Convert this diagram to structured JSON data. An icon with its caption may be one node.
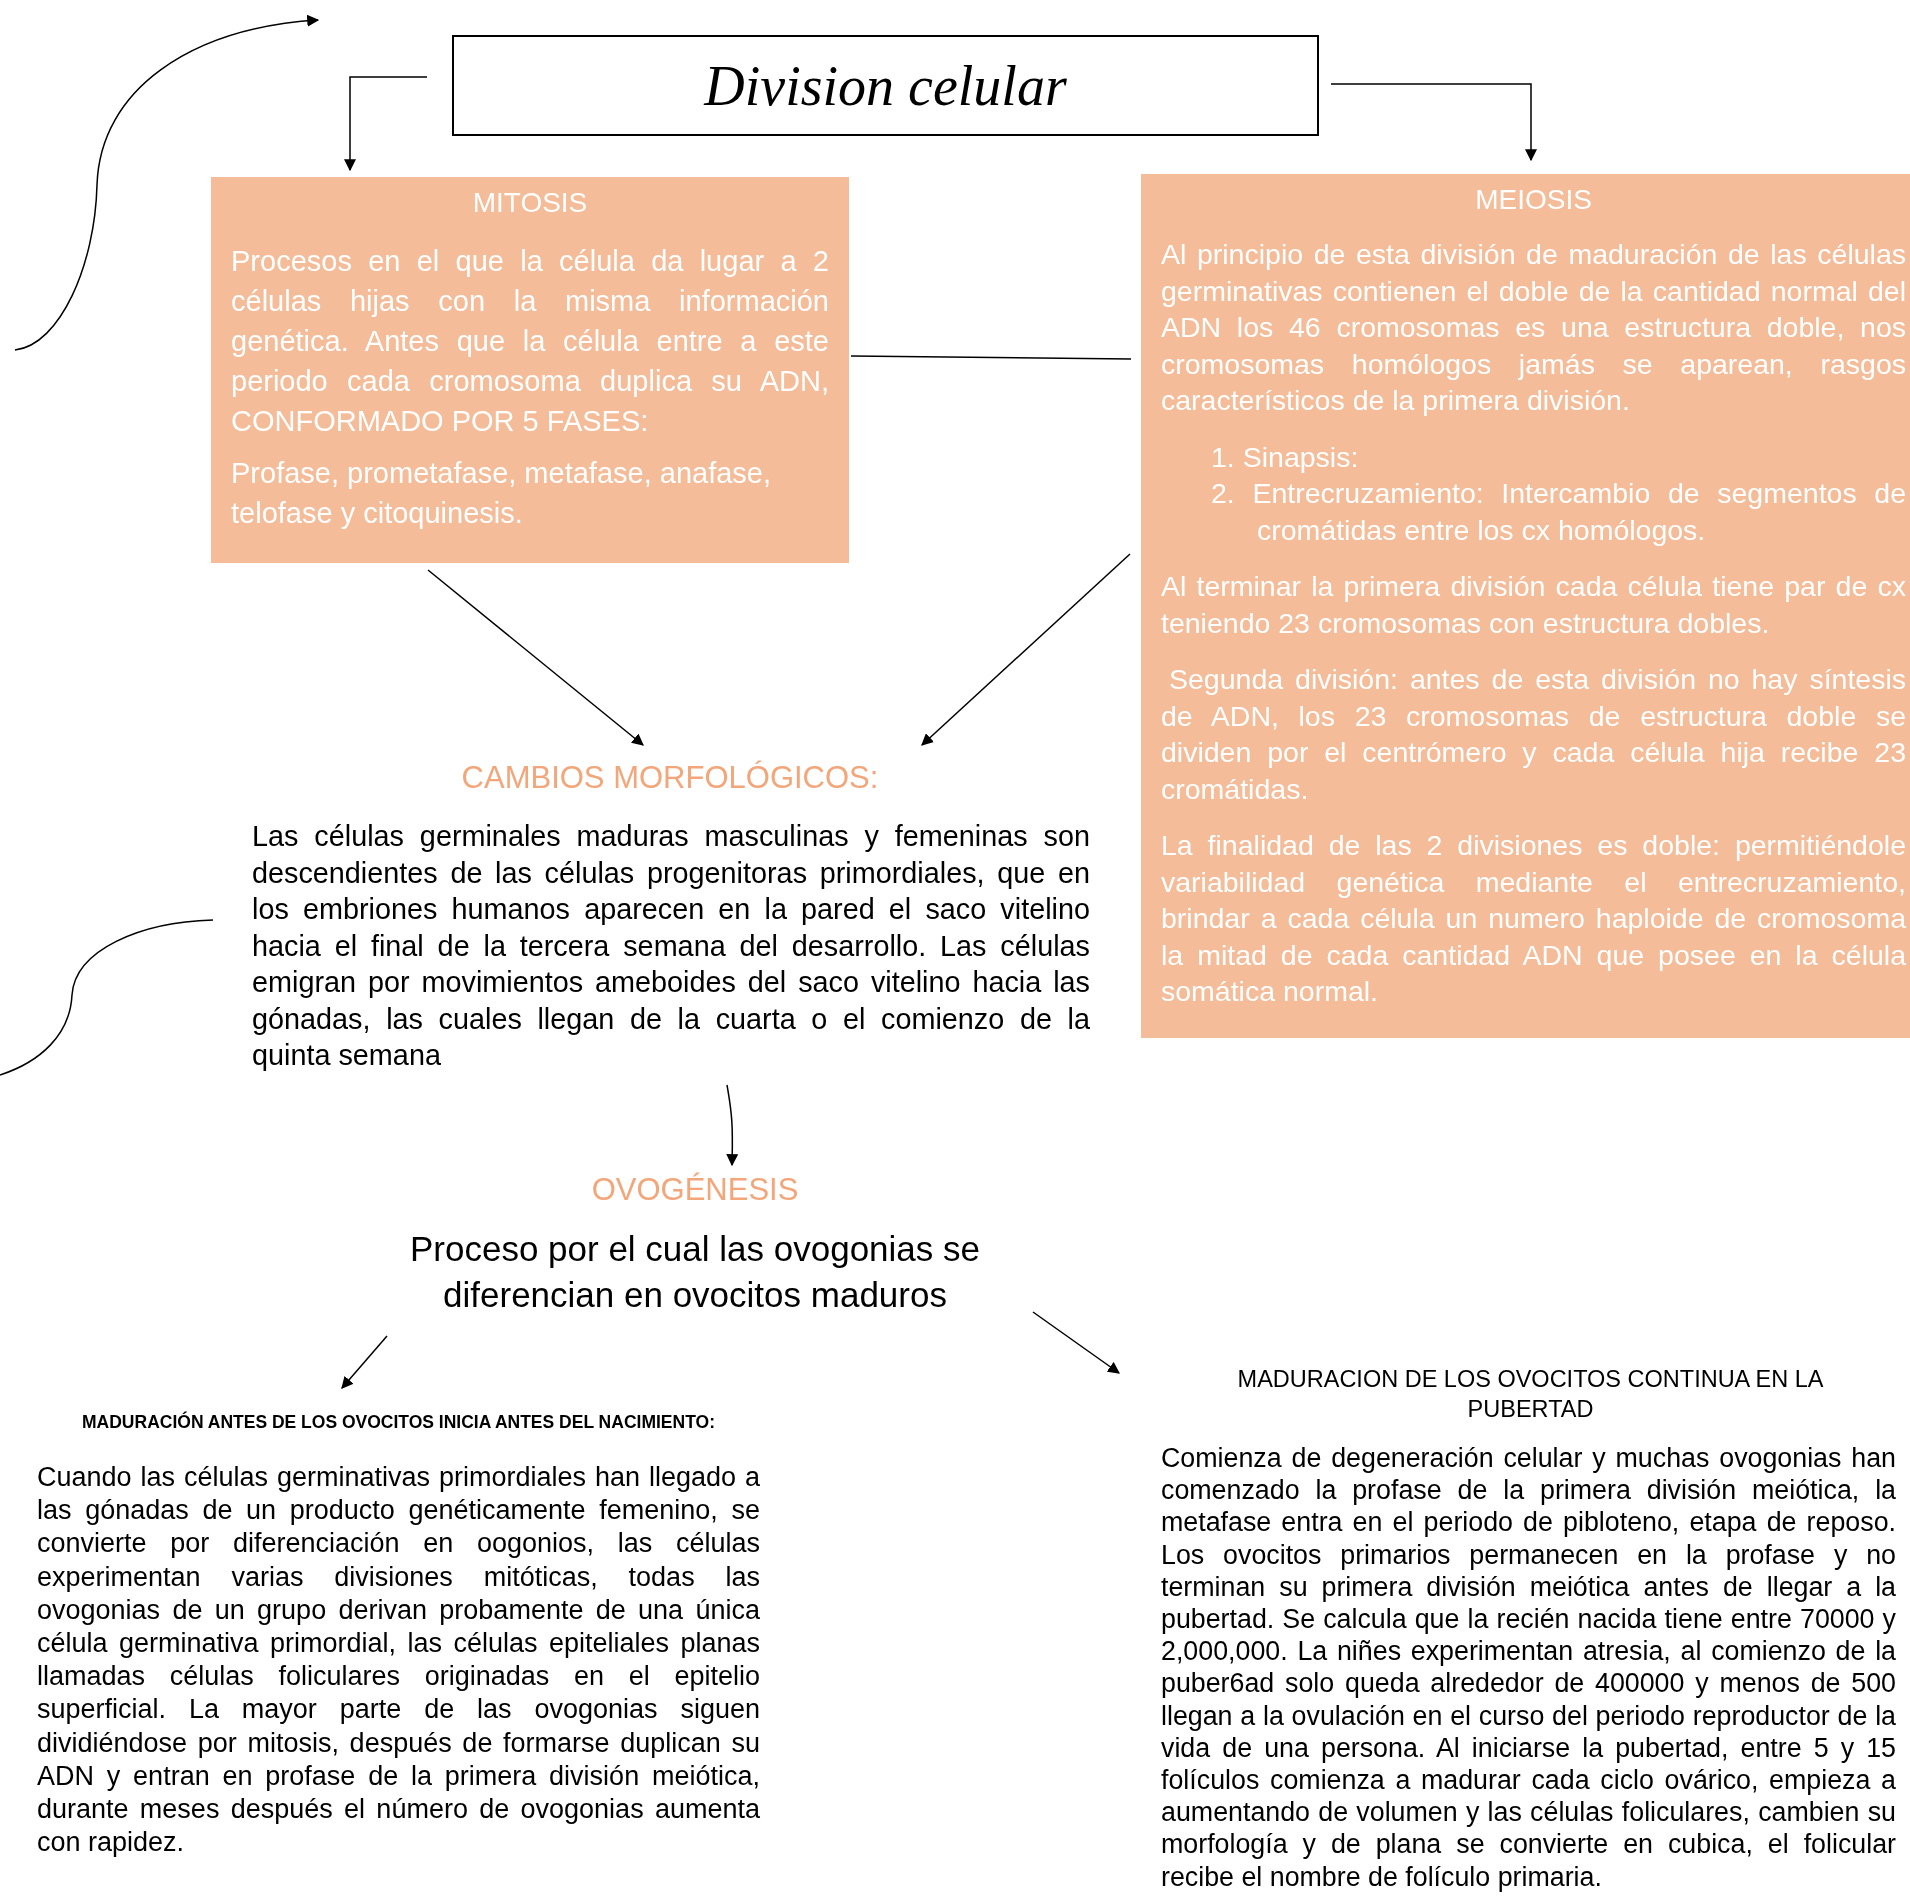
{
  "diagram": {
    "nodes": [
      {
        "text": [
          "Division celular"
        ]
      },
      {
        "text": [
          "MITOSIS",
          "Procesos en el que la célula da lugar a 2 células hijas con la misma información genética. Antes que la célula entre a este periodo cada cromosoma duplica su ADN, CONFORMADO POR 5 FASES:",
          "Profase, prometafase, metafase, anafase, telofase y citoquinesis."
        ]
      },
      {
        "text": [
          "MEIOSIS",
          "Al principio de esta división de maduración de las células germinativas contienen el doble de la cantidad normal del ADN los 46 cromosomas es una estructura doble, nos cromosomas homólogos jamás se aparean, rasgos característicos de la primera división.",
          "1. Sinapsis:",
          "2. Entrecruzamiento: Intercambio de segmentos de cromátidas entre los cx homólogos.",
          "Al terminar la primera división cada célula tiene par de cx teniendo 23 cromosomas con estructura dobles.",
          "Segunda división: antes de esta división no hay síntesis de ADN, los 23 cromosomas de estructura doble se dividen por el centrómero y cada célula hija recibe 23 cromátidas.",
          "La finalidad de las 2 divisiones es doble: permitiéndole variabilidad genética mediante el entrecruzamiento, brindar a cada célula un numero haploide de cromosoma la mitad de cada cantidad ADN que posee en la célula somática normal."
        ]
      },
      {
        "text": [
          "CAMBIOS MORFOLÓGICOS:",
          "Las células germinales maduras masculinas y femeninas son descendientes de las células progenitoras primordiales, que en los embriones humanos aparecen en la pared el saco vitelino hacia el final de la tercera semana del desarrollo. Las células emigran por movimientos ameboides del saco vitelino hacia las gónadas, las cuales llegan de la cuarta o el comienzo de la quinta semana"
        ]
      },
      {
        "text": [
          "OVOGÉNESIS",
          "Proceso por el cual las ovogonias se diferencian en ovocitos maduros"
        ]
      },
      {
        "text": [
          "MADURACIÓN ANTES DE LOS OVOCITOS INICIA ANTES DEL NACIMIENTO:",
          "Cuando las células germinativas primordiales han llegado a las gónadas de un producto genéticamente femenino, se convierte por diferenciación en oogonios, las células experimentan varias divisiones mitóticas, todas las ovogonias de un grupo derivan probamente de una única célula germinativa primordial, las células epiteliales planas llamadas células foliculares originadas en el epitelio superficial. La mayor parte de las ovogonias siguen dividiéndose por mitosis, después de formarse duplican su ADN y entran en profase de la primera división meiótica, durante meses después el número de ovogonias aumenta con rapidez."
        ]
      },
      {
        "text": [
          "MADURACION DE LOS OVOCITOS CONTINUA EN LA PUBERTAD",
          "Comienza de degeneración celular y muchas ovogonias han comenzado la profase de la primera división meiótica, la metafase entra en el periodo de pibloteno, etapa de reposo. Los ovocitos primarios permanecen en la profase y no terminan su primera división meiótica antes de llegar a la pubertad. Se calcula que la recién nacida tiene entre 70000 y 2,000,000. La niñes experimentan atresia, al comienzo de la puber6ad solo queda alrededor de 400000 y menos de 500 llegan a la ovulación en el curso del periodo reproductor de la vida de una persona. Al iniciarse la pubertad, entre 5 y 15 folículos comienza a madurar cada ciclo ovárico, empieza a aumentando de volumen y las células foliculares, cambien su morfología y de plana se convierte en cubica, el folicular recibe el nombre de folículo primaria."
        ]
      }
    ],
    "edges": [
      {
        "from": 0,
        "to": 1,
        "arrow": "to"
      },
      {
        "from": 0,
        "to": 2,
        "arrow": "to"
      },
      {
        "from": 1,
        "to": 2,
        "arrow": "none"
      },
      {
        "from": 1,
        "to": 3,
        "arrow": "to"
      },
      {
        "from": 2,
        "to": 3,
        "arrow": "to"
      },
      {
        "from": 3,
        "to": 4,
        "arrow": "to"
      },
      {
        "from": 4,
        "to": 5,
        "arrow": "to"
      },
      {
        "from": 4,
        "to": 6,
        "arrow": "to"
      }
    ]
  }
}
